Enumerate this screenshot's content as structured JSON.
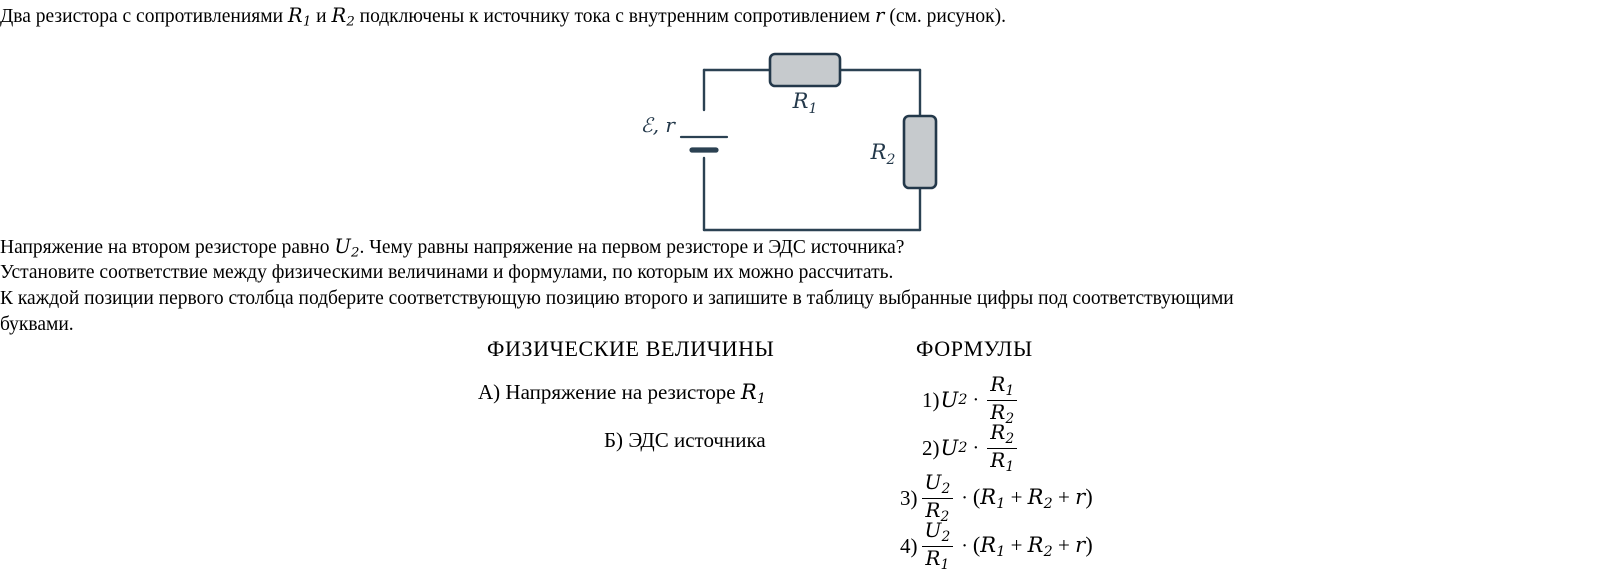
{
  "problem": {
    "intro_line": {
      "part1": "Два резистора с сопротивлениями ",
      "var_r1": "R",
      "var_r1_sub": "1",
      "part2": " и ",
      "var_r2": "R",
      "var_r2_sub": "2",
      "part3": " подключены к источнику тока с внутренним сопротивлением ",
      "var_r": "r",
      "part4": " (см. рисунок)."
    },
    "u2_line": {
      "part1": "Напряжение на втором резисторе равно ",
      "var_u2": "U",
      "var_u2_sub": "2",
      "part2": ". Чему равны напряжение на первом резисторе и ЭДС источника?"
    },
    "match_line": "Установите соответствие между физическими величинами и формулами, по которым их можно рассчитать.",
    "instruction_line_1": "К каждой позиции первого столбца подберите соответствующую позицию второго и запишите в таблицу выбранные цифры под соответствующими",
    "instruction_line_2": "буквами."
  },
  "circuit": {
    "labels": {
      "resistor1": "R",
      "resistor1_sub": "1",
      "resistor2": "R",
      "resistor2_sub": "2",
      "source_emf": "ℰ",
      "source_comma": ",",
      "source_internal": "r"
    },
    "colors": {
      "wire": "#2b4152",
      "resistor_fill": "#c6cacd",
      "resistor_stroke": "#23384a"
    }
  },
  "columns": {
    "header_quantities": "ФИЗИЧЕСКИЕ ВЕЛИЧИНЫ",
    "header_formulas": "ФОРМУЛЫ",
    "quantities": [
      {
        "marker": "А)",
        "text": "Напряжение на резисторе ",
        "var": "R",
        "var_sub": "1"
      },
      {
        "marker": "Б)",
        "text": "ЭДС источника",
        "var": "",
        "var_sub": ""
      }
    ],
    "formulas": [
      {
        "number": "1)",
        "lead_var": "U",
        "lead_sub": "2",
        "operator": "·",
        "numerator": "R",
        "numerator_sub": "1",
        "denominator": "R",
        "denominator_sub": "2",
        "tail": ""
      },
      {
        "number": "2)",
        "lead_var": "U",
        "lead_sub": "2",
        "operator": "·",
        "numerator": "R",
        "numerator_sub": "2",
        "denominator": "R",
        "denominator_sub": "1",
        "tail": ""
      },
      {
        "number": "3)",
        "lead_var": "",
        "lead_sub": "",
        "operator": "·",
        "numerator": "U",
        "numerator_sub": "2",
        "denominator": "R",
        "denominator_sub": "2",
        "tail": "(R₁ + R₂ + r)"
      },
      {
        "number": "4)",
        "lead_var": "",
        "lead_sub": "",
        "operator": "·",
        "numerator": "U",
        "numerator_sub": "2",
        "denominator": "R",
        "denominator_sub": "1",
        "tail": "(R₁ + R₂ + r)"
      }
    ],
    "tail_parts": {
      "open": "(",
      "r1": "R",
      "r1_sub": "1",
      "plus1": "+",
      "r2": "R",
      "r2_sub": "2",
      "plus2": "+",
      "r": "r",
      "close": ")"
    }
  }
}
